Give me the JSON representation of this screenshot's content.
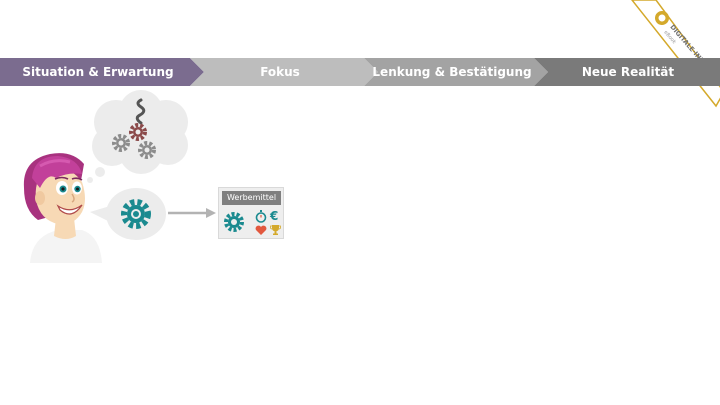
{
  "process_steps": [
    {
      "label": "Situation & Erwartung",
      "color": "#7b6c8f"
    },
    {
      "label": "Fokus",
      "color": "#bdbdbd"
    },
    {
      "label": "Lenkung & Bestätigung",
      "color": "#a3a3a3"
    },
    {
      "label": "Neue Realität",
      "color": "#7a7a7a"
    }
  ],
  "badge": {
    "line1": "DIGITALE·INHALTE",
    "line2": "eBook"
  },
  "card": {
    "title": "Werbemittel",
    "euro": "€"
  },
  "icons": {
    "thought_gears": [
      "gear-icon",
      "gear-icon",
      "gear-icon"
    ],
    "focus_gear": "gear-icon",
    "card_icons": [
      "gear-icon",
      "stopwatch-icon",
      "euro-icon",
      "heart-icon",
      "trophy-icon"
    ]
  },
  "colors": {
    "teal": "#1a8a8f",
    "gear_gray": "#8c8c8c",
    "gear_red": "#8b4a4a",
    "heart": "#e2583e",
    "trophy": "#d4a92b"
  }
}
